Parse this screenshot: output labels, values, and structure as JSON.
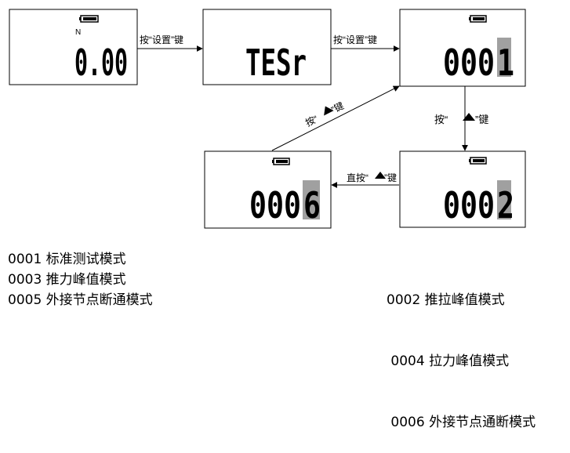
{
  "screens": [
    {
      "id": "s1",
      "unit": "N",
      "reading": "0.00"
    },
    {
      "id": "s2",
      "reading": "TESr"
    },
    {
      "id": "s3",
      "reading": "000",
      "highlight": "1"
    },
    {
      "id": "s4",
      "reading": "000",
      "highlight": "2"
    },
    {
      "id": "s5",
      "reading": "000",
      "highlight": "6"
    }
  ],
  "transitions": {
    "t1": "按“设置”键",
    "t2": "按“设置”键",
    "t3_prefix": "按“",
    "t3_suffix": "”键",
    "t4_prefix": "直按“",
    "t4_suffix": "”键",
    "t5_prefix": "按“",
    "t5_suffix": "”键"
  },
  "legend": {
    "left": [
      "0001  标准测试模式",
      "0003 推力峰值模式",
      "0005 外接节点断通模式"
    ],
    "right": [
      "0002 推拉峰值模式",
      " 0004 拉力峰值模式",
      " 0006 外接节点通断模式"
    ]
  }
}
